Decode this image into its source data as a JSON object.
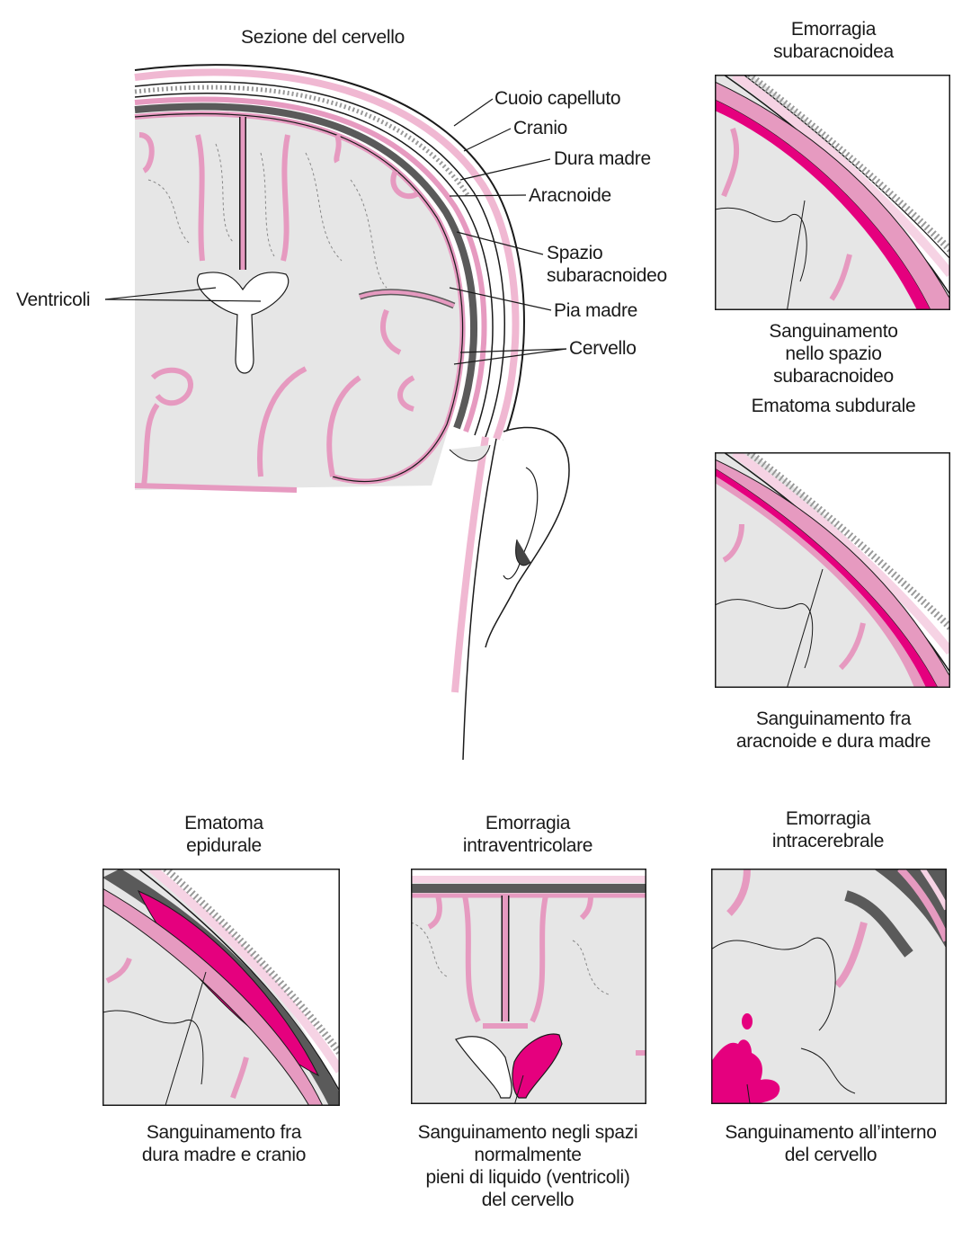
{
  "main": {
    "title": "Sezione del cervello",
    "labels": {
      "scalp": "Cuoio capelluto",
      "skull": "Cranio",
      "dura": "Dura madre",
      "arachnoid": "Aracnoide",
      "subarachnoid_space": "Spazio\nsubaracnoideo",
      "pia": "Pia madre",
      "brain": "Cervello",
      "ventricles": "Ventricoli"
    }
  },
  "panels": {
    "subarachnoid": {
      "title": "Emorragia\nsubaracnoidea",
      "caption": "Sanguinamento\nnello spazio\nsubaracnoideo"
    },
    "subdural": {
      "title": "Ematoma subdurale",
      "caption": "Sanguinamento fra\naracnoide e dura madre"
    },
    "epidural": {
      "title": "Ematoma\nepidurale",
      "caption": "Sanguinamento fra\ndura madre e cranio"
    },
    "intraventricular": {
      "title": "Emorragia\nintraventricolare",
      "caption": "Sanguinamento negli spazi\nnormalmente\npieni di liquido (ventricoli)\ndel cervello"
    },
    "intracerebral": {
      "title": "Emorragia\nintracerebrale",
      "caption": "Sanguinamento all’interno\ndel cervello"
    }
  },
  "colors": {
    "blood": "#e5007e",
    "membrane": "#e69ac0",
    "membrane_light": "#f6d3e4",
    "tissue": "#e6e6e6",
    "dark_layer": "#5a5a5a",
    "outline": "#1a1a1a"
  }
}
